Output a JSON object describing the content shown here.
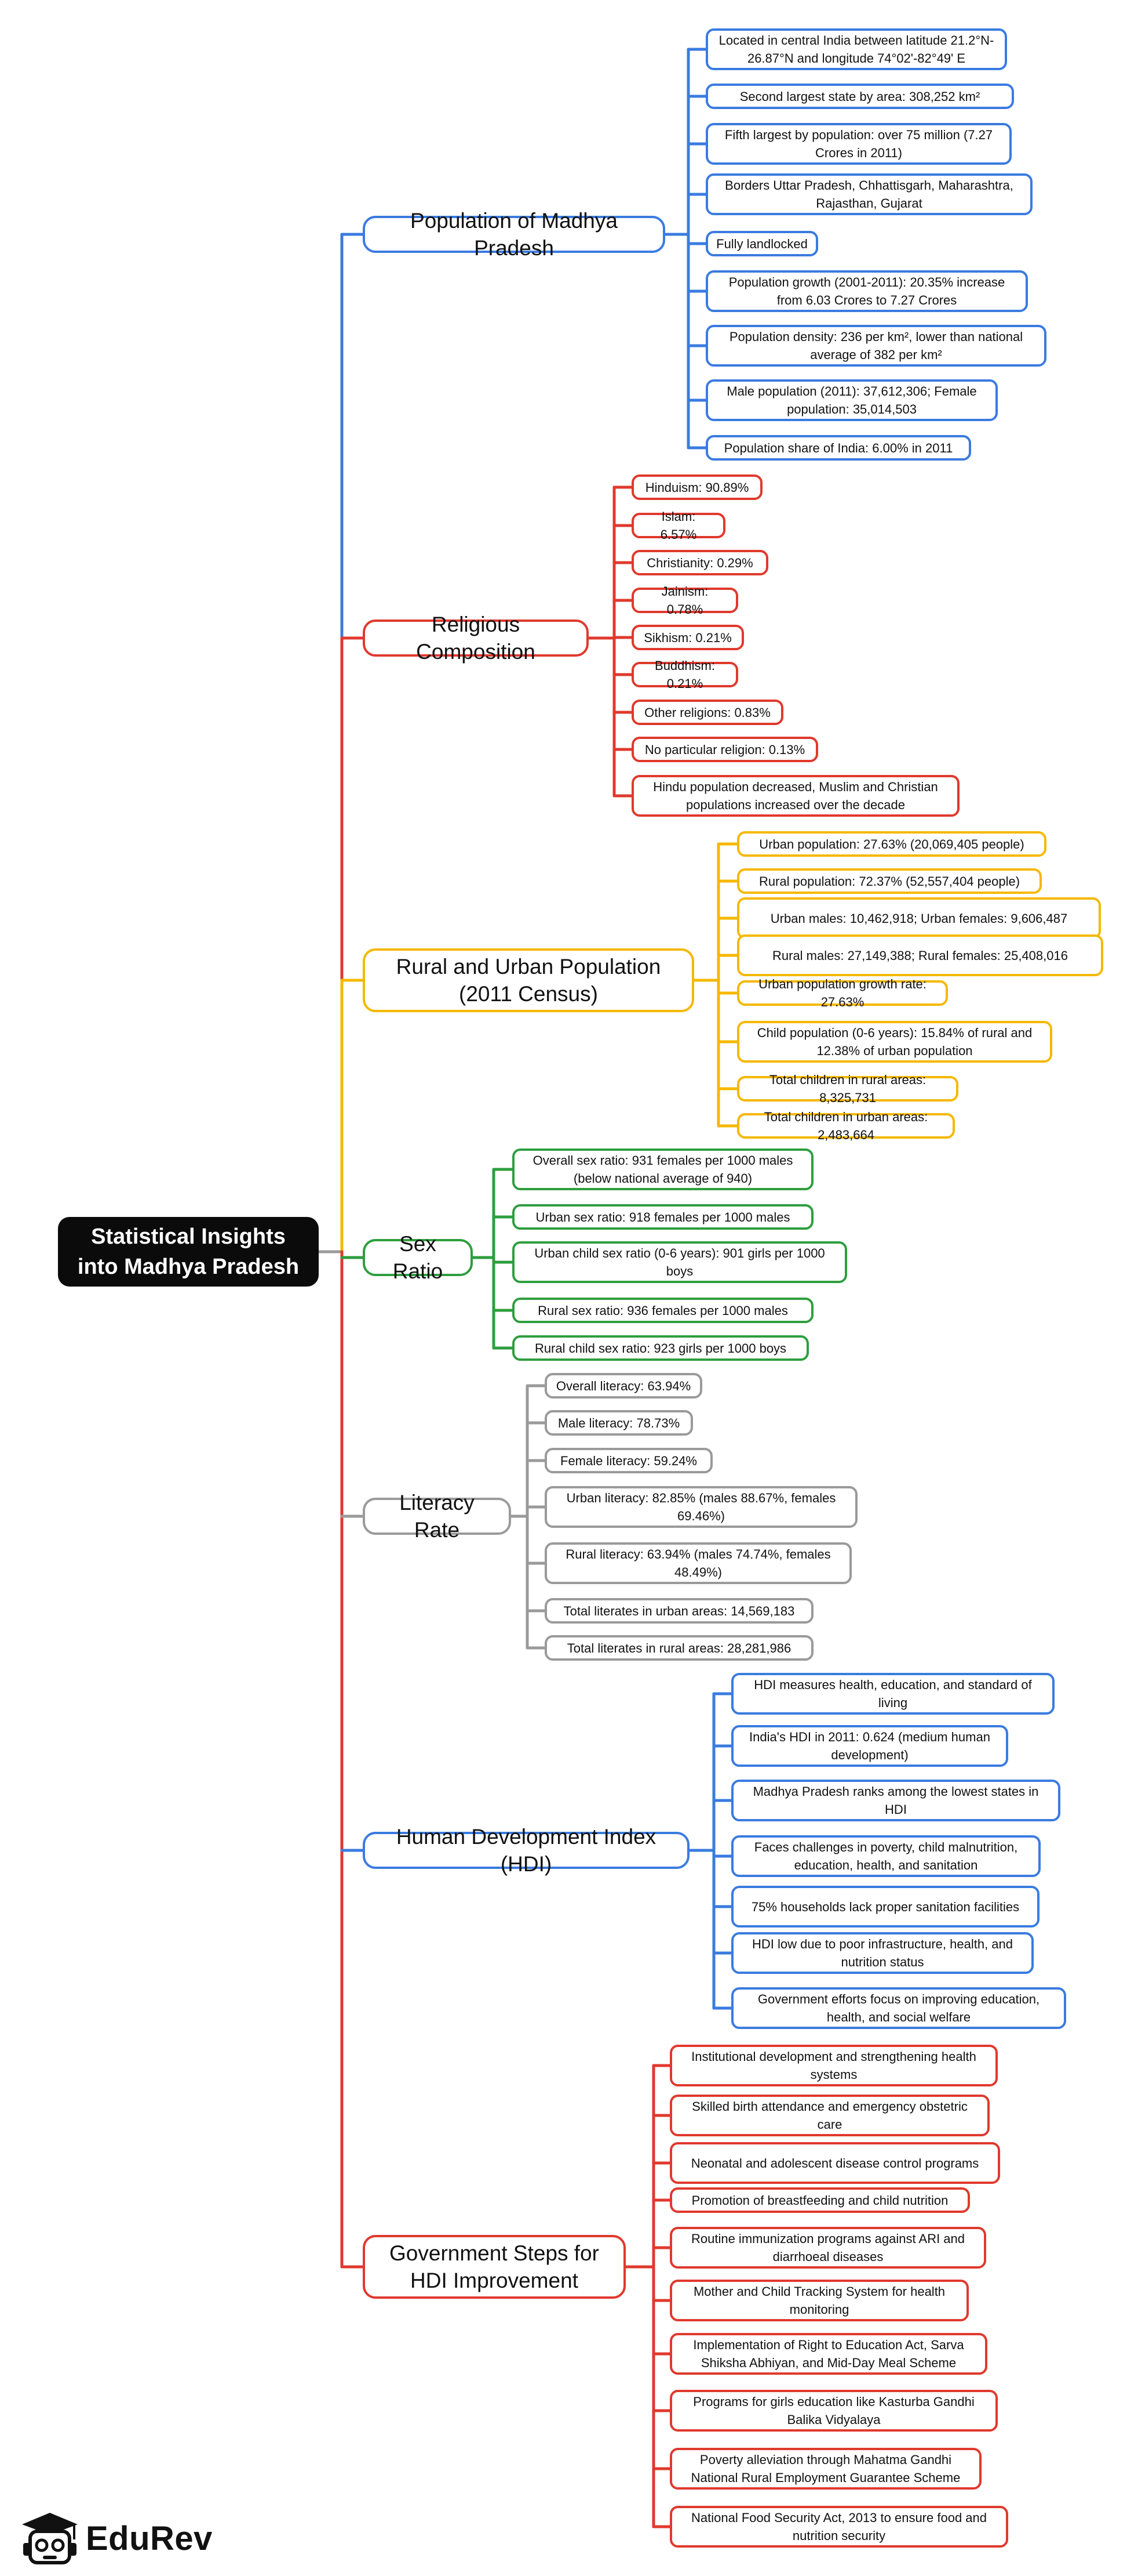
{
  "root": "Statistical Insights into Madhya Pradesh",
  "logo": {
    "text": "EduRev"
  },
  "branches": [
    {
      "label": "Population of Madhya Pradesh",
      "color": "#3a7be0",
      "children": [
        "Located in central India between latitude 21.2°N-26.87°N and longitude 74°02'-82°49' E",
        "Second largest state by area: 308,252 km²",
        "Fifth largest by population: over 75 million (7.27 Crores in 2011)",
        "Borders Uttar Pradesh, Chhattisgarh, Maharashtra, Rajasthan, Gujarat",
        "Fully landlocked",
        "Population growth (2001-2011): 20.35% increase from 6.03 Crores to 7.27 Crores",
        "Population density: 236 per km², lower than national average of 382 per km²",
        "Male population (2011): 37,612,306; Female population: 35,014,503",
        "Population share of India: 6.00% in 2011"
      ]
    },
    {
      "label": "Religious Composition",
      "color": "#e0392d",
      "children": [
        "Hinduism: 90.89%",
        "Islam: 6.57%",
        "Christianity: 0.29%",
        "Jainism: 0.78%",
        "Sikhism: 0.21%",
        "Buddhism: 0.21%",
        "Other religions: 0.83%",
        "No particular religion: 0.13%",
        "Hindu population decreased, Muslim and Christian populations increased over the decade"
      ]
    },
    {
      "label": "Rural and Urban Population (2011 Census)",
      "color": "#f5b800",
      "children": [
        "Urban population: 27.63% (20,069,405 people)",
        "Rural population: 72.37% (52,557,404 people)",
        "Urban males: 10,462,918; Urban females: 9,606,487",
        "Rural males: 27,149,388; Rural females: 25,408,016",
        "Urban population growth rate: 27.63%",
        "Child population (0-6 years): 15.84% of rural and 12.38% of urban population",
        "Total children in rural areas: 8,325,731",
        "Total children in urban areas: 2,483,664"
      ]
    },
    {
      "label": "Sex Ratio",
      "color": "#2e9e3e",
      "children": [
        "Overall sex ratio: 931 females per 1000 males (below national average of 940)",
        "Urban sex ratio: 918 females per 1000 males",
        "Urban child sex ratio (0-6 years): 901 girls per 1000 boys",
        "Rural sex ratio: 936 females per 1000 males",
        "Rural child sex ratio: 923 girls per 1000 boys"
      ]
    },
    {
      "label": "Literacy Rate",
      "color": "#9a9a9a",
      "children": [
        "Overall literacy: 63.94%",
        "Male literacy: 78.73%",
        "Female literacy: 59.24%",
        "Urban literacy: 82.85% (males 88.67%, females 69.46%)",
        "Rural literacy: 63.94% (males 74.74%, females 48.49%)",
        "Total literates in urban areas: 14,569,183",
        "Total literates in rural areas: 28,281,986"
      ]
    },
    {
      "label": "Human Development Index (HDI)",
      "color": "#3a7be0",
      "children": [
        "HDI measures health, education, and standard of living",
        "India's HDI in 2011: 0.624 (medium human development)",
        "Madhya Pradesh ranks among the lowest states in HDI",
        "Faces challenges in poverty, child malnutrition, education, health, and sanitation",
        "75% households lack proper sanitation facilities",
        "HDI low due to poor infrastructure, health, and nutrition status",
        "Government efforts focus on improving education, health, and social welfare"
      ]
    },
    {
      "label": "Government Steps for HDI Improvement",
      "color": "#e0392d",
      "children": [
        "Institutional development and strengthening health systems",
        "Skilled birth attendance and emergency obstetric care",
        "Neonatal and adolescent disease control programs",
        "Promotion of breastfeeding and child nutrition",
        "Routine immunization programs against ARI and diarrhoeal diseases",
        "Mother and Child Tracking System for health monitoring",
        "Implementation of Right to Education Act, Sarva Shiksha Abhiyan, and Mid-Day Meal Scheme",
        "Programs for girls education like Kasturba Gandhi Balika Vidyalaya",
        "Poverty alleviation through Mahatma Gandhi National Rural Employment Guarantee Scheme",
        "National Food Security Act, 2013 to ensure food and nutrition security"
      ]
    }
  ]
}
